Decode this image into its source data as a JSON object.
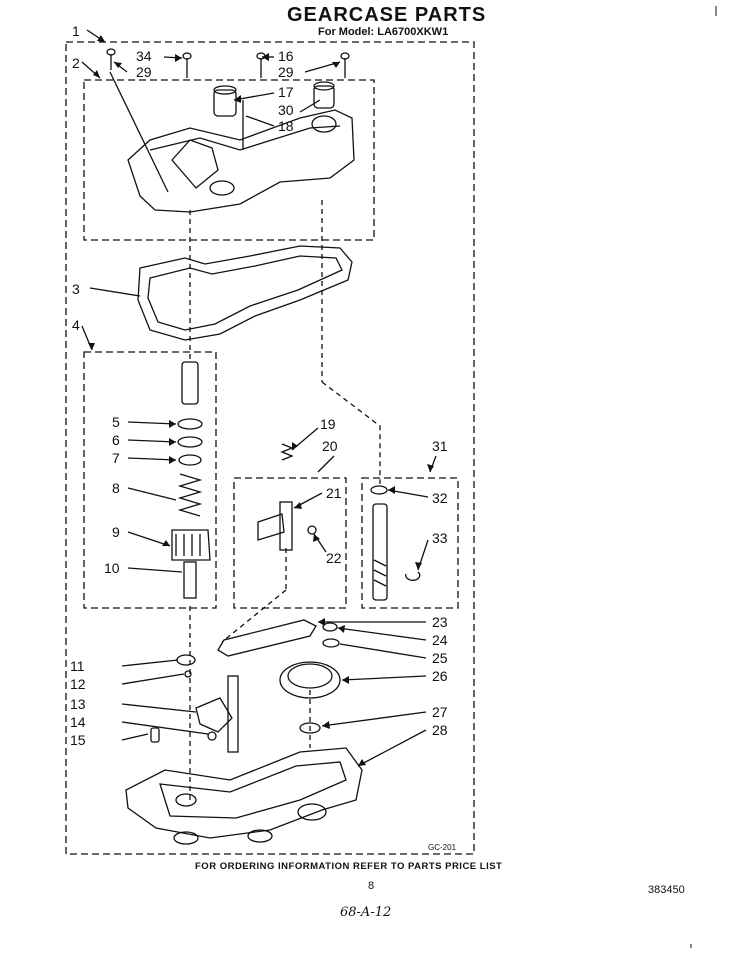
{
  "title": "GEARCASE PARTS",
  "model_line": "For Model: LA6700XKW1",
  "footer": "FOR ORDERING INFORMATION REFER TO PARTS PRICE LIST",
  "page_number": "8",
  "doc_number": "383450",
  "diagram_code": "GC-201",
  "handwritten_note": "68-A-12",
  "callouts": [
    "1",
    "2",
    "3",
    "4",
    "5",
    "6",
    "7",
    "8",
    "9",
    "10",
    "11",
    "12",
    "13",
    "14",
    "15",
    "16",
    "17",
    "18",
    "19",
    "20",
    "21",
    "22",
    "23",
    "24",
    "25",
    "26",
    "27",
    "28",
    "29",
    "30",
    "31",
    "32",
    "33",
    "34"
  ],
  "callout_29_second": "29"
}
